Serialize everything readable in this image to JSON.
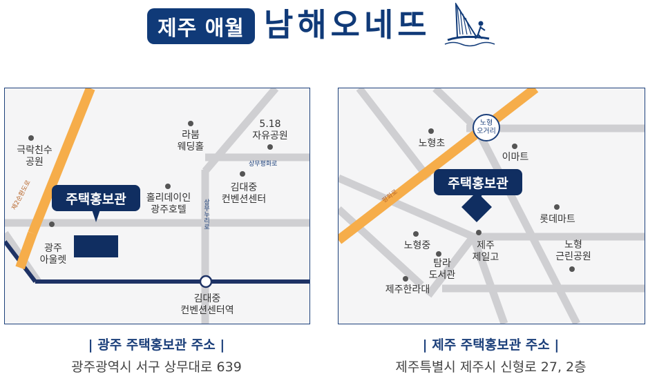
{
  "header": {
    "badge": "제주 애월",
    "brand": "남해오네뜨"
  },
  "gwangju_map": {
    "callout": "주택홍보관",
    "labels": {
      "park": "극락친수\n공원",
      "wedding": "라붐\n웨딩홀",
      "park518": "5.18\n자유공원",
      "hotel": "홀리데이인\n광주호텔",
      "convention": "김대중\n컨벤션센터",
      "outlet": "광주\n아울렛",
      "station": "김대중\n컨벤션센터역"
    },
    "roads": {
      "orange_diag": "제2순환도로",
      "sangmu_pyeonghwa": "상무평화로",
      "sangmu_nuri": "상무누리로"
    }
  },
  "jeju_map": {
    "callout": "주택홍보관",
    "labels": {
      "roundabout": "노형\n오거리",
      "nohyeong_elem": "노형초",
      "emart": "이마트",
      "lotte": "롯데마트",
      "nohyeong_middle": "노형중",
      "jeil_high": "제주\n제일고",
      "tamla_library": "탐라\n도서관",
      "nohyeong_park": "노형\n근린공원",
      "hanra_middle": "제주한라대"
    },
    "roads": {
      "orange_diag": "평화로"
    }
  },
  "addresses": {
    "gwangju_title": "| 광주 주택홍보관 주소 |",
    "gwangju_text": "광주광역시 서구 상무대로 639",
    "jeju_title": "| 제주 주택홍보관 주소 |",
    "jeju_text": "제주특별시 제주시 신형로 27, 2층"
  },
  "colors": {
    "navy": "#103a78",
    "callout": "#102e61",
    "road_gray": "#cfcfd2",
    "road_orange": "#f6ad4a",
    "subway_line": "#1e3265"
  }
}
